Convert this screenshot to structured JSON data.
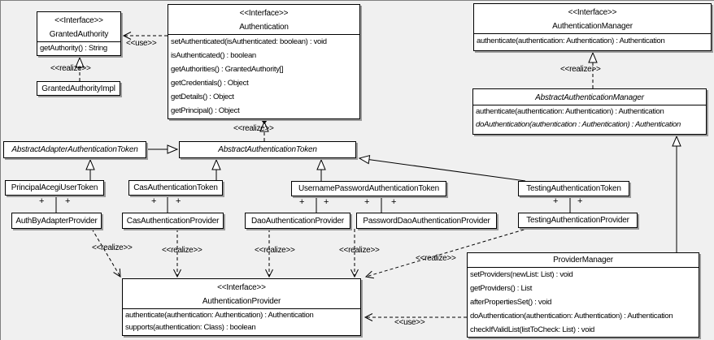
{
  "colors": {
    "background": "#f0f0f0",
    "box_fill": "#ffffff",
    "line": "#000000",
    "shadow": "#9c9c9c"
  },
  "multiplicity_label": "+",
  "classes": [
    {
      "id": "GrantedAuthority",
      "stereotype": "<<Interface>>",
      "name": "GrantedAuthority",
      "methods": [
        "getAuthority() : String"
      ]
    },
    {
      "id": "GrantedAuthorityImpl",
      "name": "GrantedAuthorityImpl",
      "methods": []
    },
    {
      "id": "Authentication",
      "stereotype": "<<Interface>>",
      "name": "Authentication",
      "methods": [
        "setAuthenticated(isAuthenticated: boolean) : void",
        "isAuthenticated() : boolean",
        "getAuthorities() : GrantedAuthority[]",
        "getCredentials() : Object",
        "getDetails() : Object",
        "getPrincipal() : Object"
      ]
    },
    {
      "id": "AuthenticationManager",
      "stereotype": "<<Interface>>",
      "name": "AuthenticationManager",
      "methods": [
        "authenticate(authentication: Authentication) : Authentication"
      ]
    },
    {
      "id": "AbstractAuthenticationManager",
      "name": "AbstractAuthenticationManager",
      "abstract": true,
      "methods": [
        "authenticate(authentication: Authentication) : Authentication",
        "doAuthentication(authentication : Authentication) : Authentication"
      ],
      "abstract_methods": [
        1
      ]
    },
    {
      "id": "AbstractAdapterAuthenticationToken",
      "name": "AbstractAdapterAuthenticationToken",
      "abstract": true,
      "methods": []
    },
    {
      "id": "AbstractAuthenticationToken",
      "name": "AbstractAuthenticationToken",
      "abstract": true,
      "methods": []
    },
    {
      "id": "PrincipalAcegiUserToken",
      "name": "PrincipalAcegiUserToken",
      "methods": []
    },
    {
      "id": "CasAuthenticationToken",
      "name": "CasAuthenticationToken",
      "methods": []
    },
    {
      "id": "UsernamePasswordAuthenticationToken",
      "name": "UsernamePasswordAuthenticationToken",
      "methods": []
    },
    {
      "id": "TestingAuthenticationToken",
      "name": "TestingAuthenticationToken",
      "methods": []
    },
    {
      "id": "AuthByAdapterProvider",
      "name": "AuthByAdapterProvider",
      "methods": []
    },
    {
      "id": "CasAuthenticationProvider",
      "name": "CasAuthenticationProvider",
      "methods": []
    },
    {
      "id": "DaoAuthenticationProvider",
      "name": "DaoAuthenticationProvider",
      "methods": []
    },
    {
      "id": "PasswordDaoAuthenticationProvider",
      "name": "PasswordDaoAuthenticationProvider",
      "methods": []
    },
    {
      "id": "TestingAuthenticationProvider",
      "name": "TestingAuthenticationProvider",
      "methods": []
    },
    {
      "id": "AuthenticationProvider",
      "stereotype": "<<Interface>>",
      "name": "AuthenticationProvider",
      "methods": [
        "authenticate(authentication: Authentication) : Authentication",
        "supports(authentication: Class) : boolean"
      ]
    },
    {
      "id": "ProviderManager",
      "name": "ProviderManager",
      "methods": [
        "setProviders(newList: List) : void",
        "getProviders() : List",
        "afterPropertiesSet() : void",
        "doAuthentication(authentication: Authentication) : Authentication",
        "checkIfValidList(listToCheck: List) : void"
      ]
    }
  ],
  "relationships": [
    {
      "from": "Authentication",
      "to": "GrantedAuthority",
      "type": "use",
      "label": "<<use>>"
    },
    {
      "from": "GrantedAuthorityImpl",
      "to": "GrantedAuthority",
      "type": "realize",
      "label": "<<realize>>"
    },
    {
      "from": "AbstractAuthenticationToken",
      "to": "Authentication",
      "type": "realize",
      "label": "<<realize>>"
    },
    {
      "from": "AbstractAuthenticationManager",
      "to": "AuthenticationManager",
      "type": "realize",
      "label": "<<realize>>"
    },
    {
      "from": "AbstractAdapterAuthenticationToken",
      "to": "AbstractAuthenticationToken",
      "type": "generalization"
    },
    {
      "from": "PrincipalAcegiUserToken",
      "to": "AbstractAdapterAuthenticationToken",
      "type": "generalization"
    },
    {
      "from": "CasAuthenticationToken",
      "to": "AbstractAuthenticationToken",
      "type": "generalization"
    },
    {
      "from": "UsernamePasswordAuthenticationToken",
      "to": "AbstractAuthenticationToken",
      "type": "generalization"
    },
    {
      "from": "TestingAuthenticationToken",
      "to": "AbstractAuthenticationToken",
      "type": "generalization"
    },
    {
      "from": "ProviderManager",
      "to": "AbstractAuthenticationManager",
      "type": "generalization"
    },
    {
      "from": "PrincipalAcegiUserToken",
      "to": "AuthByAdapterProvider",
      "type": "association",
      "end_labels": [
        "+",
        "+"
      ]
    },
    {
      "from": "CasAuthenticationToken",
      "to": "CasAuthenticationProvider",
      "type": "association",
      "end_labels": [
        "+",
        "+"
      ]
    },
    {
      "from": "UsernamePasswordAuthenticationToken",
      "to": "DaoAuthenticationProvider",
      "type": "association",
      "end_labels": [
        "+",
        "+"
      ]
    },
    {
      "from": "UsernamePasswordAuthenticationToken",
      "to": "PasswordDaoAuthenticationProvider",
      "type": "association",
      "end_labels": [
        "+",
        "+"
      ]
    },
    {
      "from": "TestingAuthenticationToken",
      "to": "TestingAuthenticationProvider",
      "type": "association",
      "end_labels": [
        "+",
        "+"
      ]
    },
    {
      "from": "AuthByAdapterProvider",
      "to": "AuthenticationProvider",
      "type": "realize",
      "label": "<<realize>>"
    },
    {
      "from": "CasAuthenticationProvider",
      "to": "AuthenticationProvider",
      "type": "realize",
      "label": "<<realize>>"
    },
    {
      "from": "DaoAuthenticationProvider",
      "to": "AuthenticationProvider",
      "type": "realize",
      "label": "<<realize>>"
    },
    {
      "from": "PasswordDaoAuthenticationProvider",
      "to": "AuthenticationProvider",
      "type": "realize",
      "label": "<<realize>>"
    },
    {
      "from": "TestingAuthenticationProvider",
      "to": "AuthenticationProvider",
      "type": "realize",
      "label": "<<realize>>"
    },
    {
      "from": "ProviderManager",
      "to": "AuthenticationProvider",
      "type": "use",
      "label": "<<use>>"
    }
  ]
}
